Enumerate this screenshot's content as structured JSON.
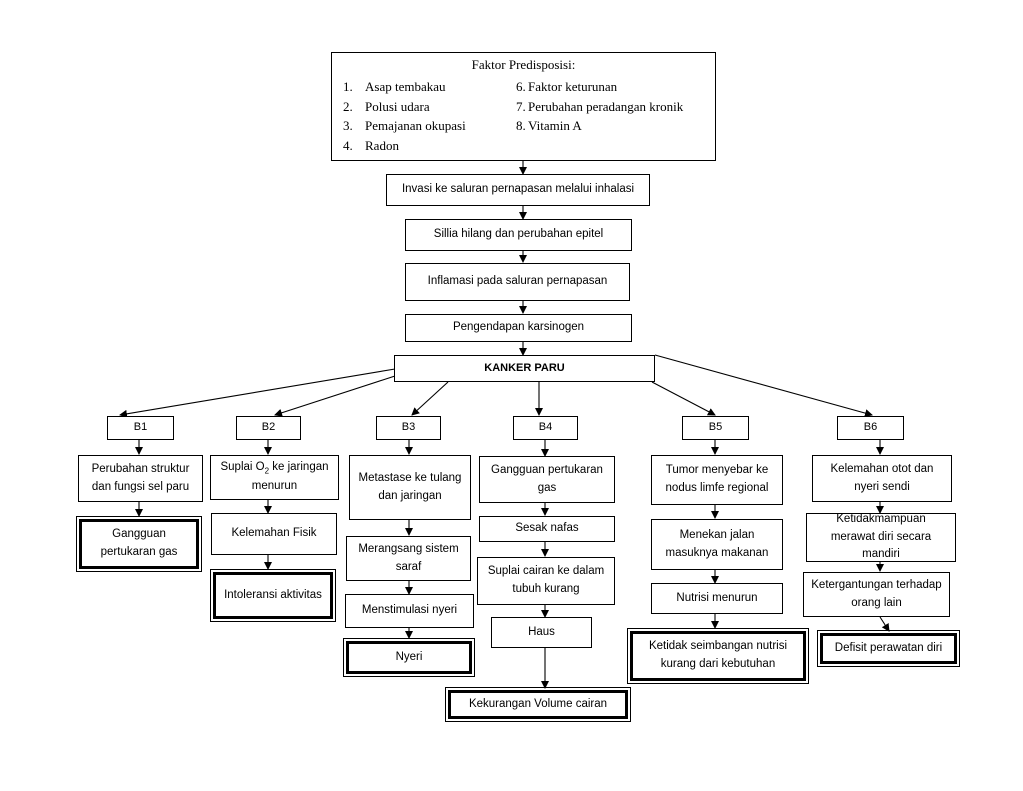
{
  "faktor": {
    "title": "Faktor Predisposisi:",
    "items": [
      "Asap tembakau",
      "Polusi udara",
      "Pemajanan okupasi",
      "Radon",
      "Faktor keturunan",
      "Perubahan peradangan kronik",
      "Vitamin A"
    ]
  },
  "chain": [
    "Invasi ke saluran pernapasan melalui inhalasi",
    "Sillia hilang dan perubahan epitel",
    "Inflamasi pada saluran pernapasan",
    "Pengendapan karsinogen"
  ],
  "center": "KANKER PARU",
  "branches": [
    {
      "label": "B1",
      "steps": [
        "Perubahan struktur dan fungsi sel paru"
      ],
      "outcome": "Gangguan pertukaran gas"
    },
    {
      "label": "B2",
      "steps": [
        "Suplai O2 ke jaringan menurun",
        "Kelemahan Fisik"
      ],
      "outcome": "Intoleransi aktivitas"
    },
    {
      "label": "B3",
      "steps": [
        "Metastase ke tulang dan jaringan",
        "Merangsang sistem saraf",
        "Menstimulasi nyeri"
      ],
      "outcome": "Nyeri"
    },
    {
      "label": "B4",
      "steps": [
        "Gangguan pertukaran gas",
        "Sesak nafas",
        "Suplai cairan ke dalam tubuh kurang",
        "Haus"
      ],
      "outcome": "Kekurangan Volume cairan"
    },
    {
      "label": "B5",
      "steps": [
        "Tumor menyebar ke nodus limfe regional",
        "Menekan jalan masuknya makanan",
        "Nutrisi menurun"
      ],
      "outcome": "Ketidak seimbangan nutrisi kurang dari kebutuhan"
    },
    {
      "label": "B6",
      "steps": [
        "Kelemahan otot dan nyeri sendi",
        "Ketidakmampuan merawat diri secara mandiri",
        "Ketergantungan terhadap orang lain"
      ],
      "outcome": "Defisit perawatan diri"
    }
  ],
  "b2_suplai": {
    "pre": "Suplai O",
    "sub": "2",
    "post": " ke jaringan menurun"
  }
}
